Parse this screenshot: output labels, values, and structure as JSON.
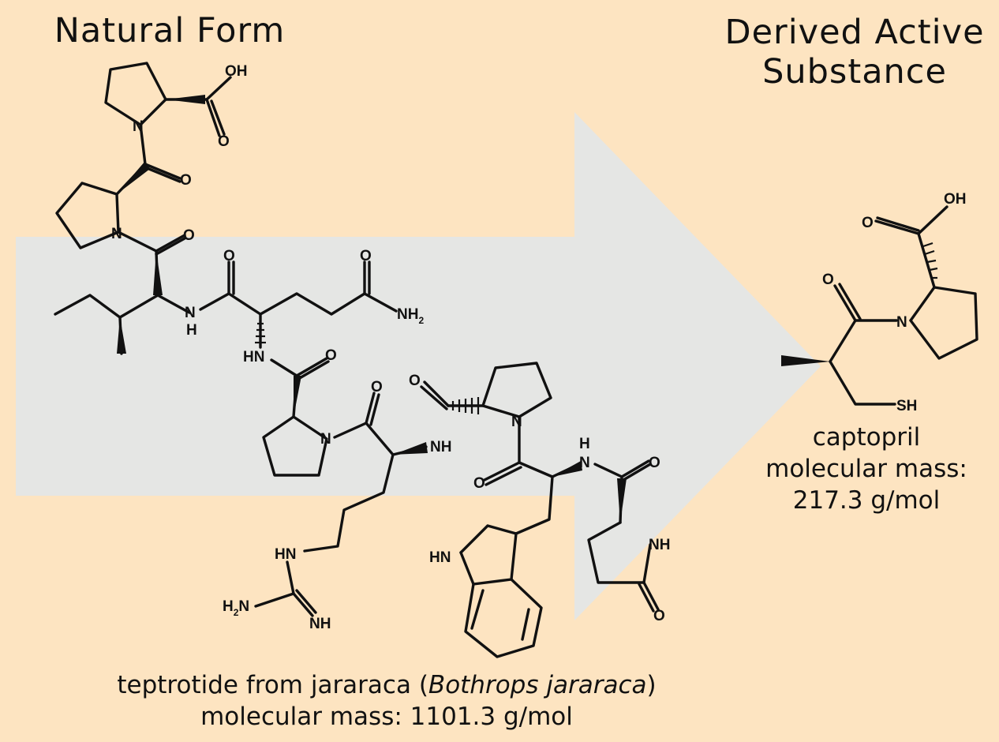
{
  "headings": {
    "natural": "Natural Form",
    "derived_line1": "Derived Active",
    "derived_line2": "Substance"
  },
  "captopril": {
    "name": "captopril",
    "mass_label": "molecular mass:",
    "mass_value": "217.3 g/mol"
  },
  "teprotide": {
    "name_prefix": "teptrotide from jararaca (",
    "species": "Bothrops jararaca",
    "name_suffix": ")",
    "mass_line": "molecular mass: 1101.3 g/mol"
  },
  "atoms": {
    "oh": "OH",
    "o": "O",
    "n": "N",
    "nh": "NH",
    "hn": "HN",
    "h": "H",
    "nh2": "NH",
    "h2n": "H",
    "two": "2",
    "sh": "SH"
  },
  "colors": {
    "background": "#fde4c1",
    "arrow": "#e5e6e4",
    "ink": "#111111"
  }
}
